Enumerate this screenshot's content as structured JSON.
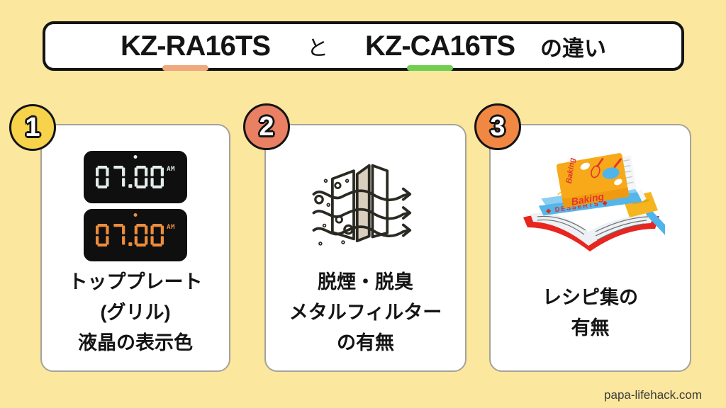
{
  "title": {
    "left_model": {
      "prefix": "KZ-",
      "highlight": "RA",
      "suffix": "16TS"
    },
    "connector": "と",
    "right_model": {
      "prefix": "KZ-",
      "highlight": "CA",
      "suffix": "16TS"
    },
    "suffix_text": "の違い"
  },
  "cards": [
    {
      "number": "1",
      "caption_lines": [
        "トッププレート",
        "(グリル)",
        "液晶の表示色"
      ]
    },
    {
      "number": "2",
      "caption_lines": [
        "脱煙・脱臭",
        "メタルフィルター",
        "の有無"
      ]
    },
    {
      "number": "3",
      "caption_lines": [
        "レシピ集の",
        "有無"
      ]
    }
  ],
  "clocks": [
    {
      "time": "07.00",
      "meridiem": "AM",
      "color": "#E3EBEB"
    },
    {
      "time": "07.00",
      "meridiem": "AM",
      "color": "#ED8C3C"
    }
  ],
  "illustration": {
    "baking_cover_text": "Baking",
    "baking_spine_text": "Baking",
    "desserts_spine_text": "◆ DESSERTS ◆"
  },
  "footer": {
    "site": "papa-lifehack.com"
  },
  "colors": {
    "background": "#FBE79E",
    "card_bg": "#FFFFFF",
    "card_border": "#A5A299",
    "title_border": "#141414",
    "text": "#141414",
    "badge1_bg": "#F6D34A",
    "badge2_bg": "#E98063",
    "badge3_bg": "#F08743",
    "underline_left": "#F0A87D",
    "underline_right": "#71CE53",
    "clock_body": "#0F0F0F",
    "filter_panel_fill": "#D9CFBE",
    "icon_stroke": "#2A2922",
    "footer_text": "#3A3A3A"
  }
}
